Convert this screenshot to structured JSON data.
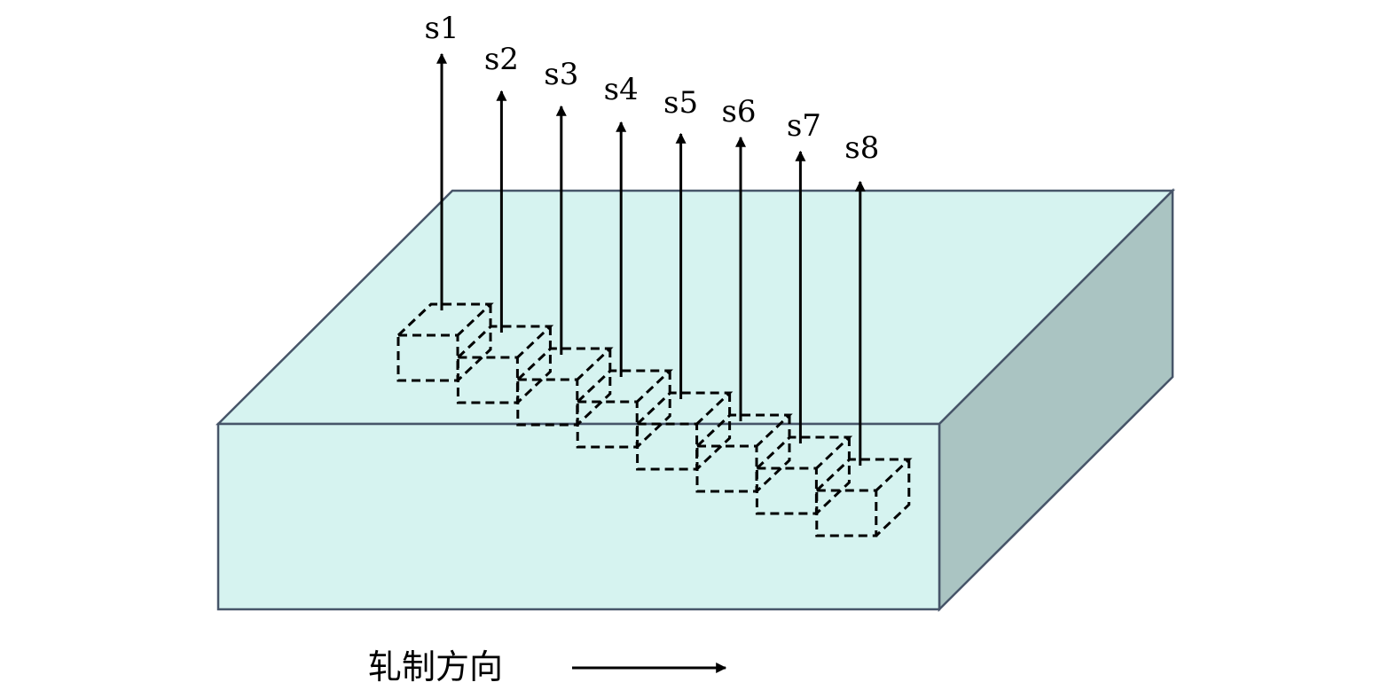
{
  "diagram": {
    "sample_labels": [
      "s1",
      "s2",
      "s3",
      "s4",
      "s5",
      "s6",
      "s7",
      "s8"
    ],
    "direction_label": "轧制方向",
    "colors": {
      "top_face": "#d6f3f0",
      "front_face": "#d6f3f0",
      "side_face": "#aac4c2",
      "edge": "#475569",
      "dashed_cube": "#000000",
      "arrow": "#000000"
    }
  }
}
